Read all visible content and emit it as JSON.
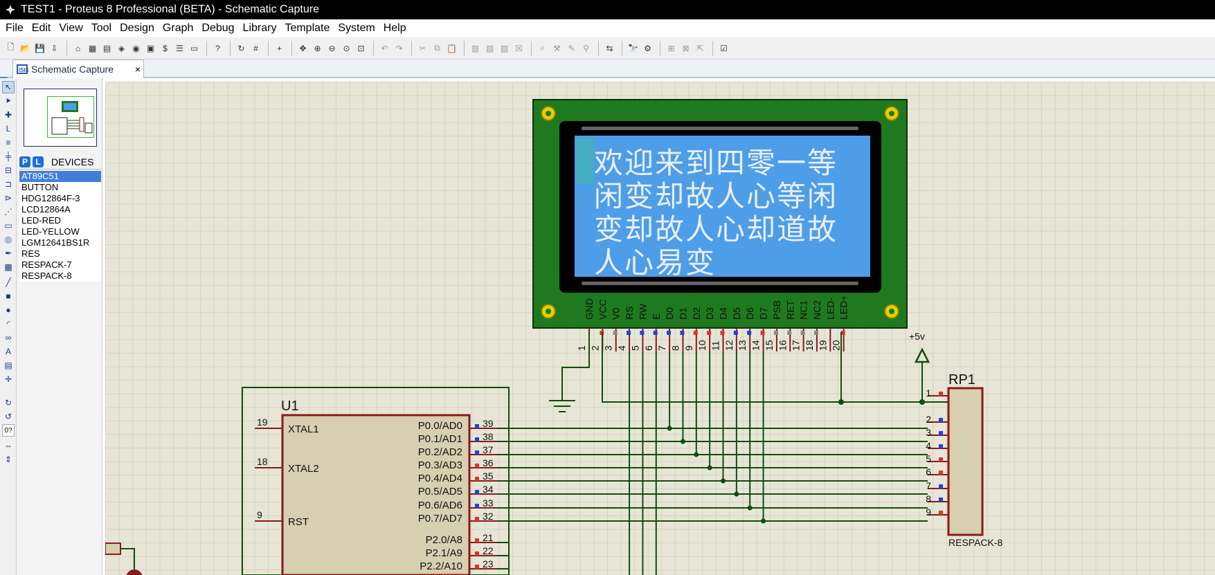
{
  "window": {
    "title": "TEST1 - Proteus 8 Professional (BETA) - Schematic Capture"
  },
  "menu": [
    "File",
    "Edit",
    "View",
    "Tool",
    "Design",
    "Graph",
    "Debug",
    "Library",
    "Template",
    "System",
    "Help"
  ],
  "tab": {
    "label": "Schematic Capture",
    "close": "×"
  },
  "devices": {
    "header": "DEVICES",
    "p_label": "P",
    "l_label": "L",
    "items": [
      "AT89C51",
      "BUTTON",
      "HDG12864F-3",
      "LCD12864A",
      "LED-RED",
      "LED-YELLOW",
      "LGM12641BS1R",
      "RES",
      "RESPACK-7",
      "RESPACK-8"
    ],
    "selected": "AT89C51"
  },
  "left_tools": {
    "rotation_value": "0?"
  },
  "lcd": {
    "display_lines": [
      "欢迎来到四零一等",
      "闲变却故人心等闲",
      "变却故人心却道故",
      "人心易变"
    ],
    "pin_names": [
      "GND",
      "VCC",
      "V0",
      "RS",
      "RW",
      "E",
      "D0",
      "D1",
      "D2",
      "D3",
      "D4",
      "D5",
      "D6",
      "D7",
      "PSB",
      "RET",
      "NC1",
      "NC2",
      "LED-",
      "LED+"
    ],
    "pin_numbers": [
      "1",
      "2",
      "3",
      "4",
      "5",
      "6",
      "7",
      "8",
      "9",
      "10",
      "11",
      "12",
      "13",
      "14",
      "15",
      "16",
      "17",
      "18",
      "19",
      "20"
    ],
    "backlight_color": "#4e9de8",
    "pcb_color": "#1f7a1f"
  },
  "u1": {
    "ref": "U1",
    "left_pins": [
      {
        "num": "19",
        "name": "XTAL1"
      },
      {
        "num": "18",
        "name": "XTAL2"
      },
      {
        "num": "9",
        "name": "RST"
      }
    ],
    "right_pins": [
      {
        "num": "39",
        "name": "P0.0/AD0"
      },
      {
        "num": "38",
        "name": "P0.1/AD1"
      },
      {
        "num": "37",
        "name": "P0.2/AD2"
      },
      {
        "num": "36",
        "name": "P0.3/AD3"
      },
      {
        "num": "35",
        "name": "P0.4/AD4"
      },
      {
        "num": "34",
        "name": "P0.5/AD5"
      },
      {
        "num": "33",
        "name": "P0.6/AD6"
      },
      {
        "num": "32",
        "name": "P0.7/AD7"
      },
      {
        "num": "21",
        "name": "P2.0/A8"
      },
      {
        "num": "22",
        "name": "P2.1/A9"
      },
      {
        "num": "23",
        "name": "P2.2/A10"
      }
    ]
  },
  "rp1": {
    "ref": "RP1",
    "value": "RESPACK-8",
    "pins": [
      "1",
      "2",
      "3",
      "4",
      "5",
      "6",
      "7",
      "8",
      "9"
    ]
  },
  "power": {
    "label": "+5v"
  },
  "colors": {
    "wire": "#0f4d0f",
    "component_border": "#8a1a1a",
    "component_fill": "#d6d0b0",
    "canvas": "#e7e6d6",
    "pin_red": "#e03030",
    "pin_blue": "#2040e0"
  }
}
